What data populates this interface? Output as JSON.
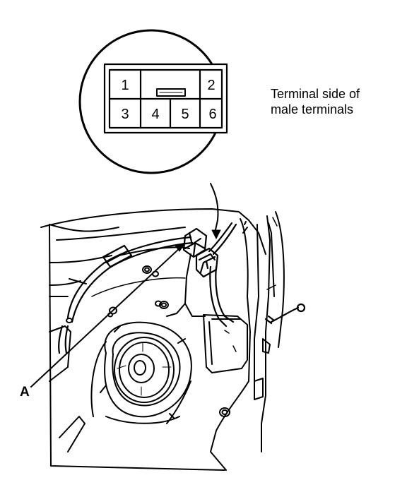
{
  "connector": {
    "pins": [
      "1",
      "2",
      "3",
      "4",
      "5",
      "6"
    ]
  },
  "callout": {
    "line1": "Terminal side of",
    "line2": "male terminals"
  },
  "labels": {
    "a": "A"
  }
}
